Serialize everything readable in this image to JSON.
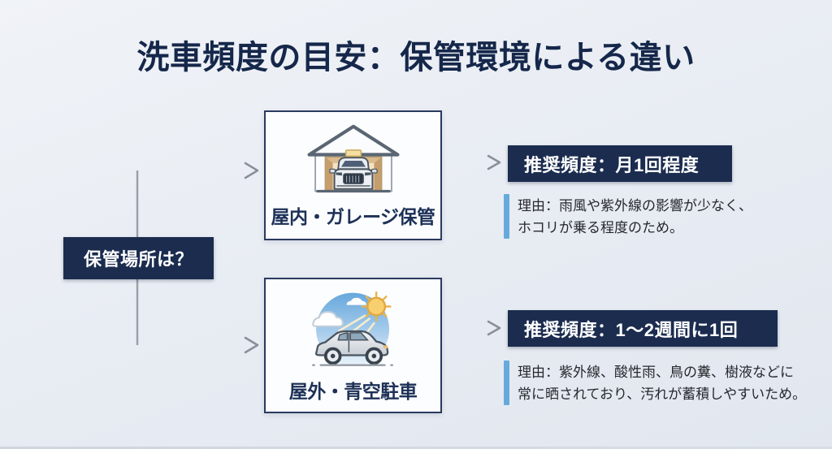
{
  "page": {
    "title": "洗車頻度の目安：保管環境による違い",
    "background_color": "#E9EDF3",
    "navy_color": "#1B2C4F",
    "accent_blue": "#66AADC",
    "arrow_color": "#8A929C"
  },
  "decision": {
    "label": "保管場所は？"
  },
  "branches": [
    {
      "icon": "garage-car-icon",
      "label": "屋内・ガレージ保管",
      "recommendation": "推奨頻度：月1回程度",
      "reason_lines": [
        "理由：雨風や紫外線の影響が少なく、",
        "ホコリが乗る程度のため。"
      ]
    },
    {
      "icon": "car-under-sun-icon",
      "label": "屋外・青空駐車",
      "recommendation": "推奨頻度：1〜2週間に1回",
      "reason_lines": [
        "理由：紫外線、酸性雨、鳥の糞、樹液などに",
        "常に晒されており、汚れが蓄積しやすいため。"
      ]
    }
  ]
}
